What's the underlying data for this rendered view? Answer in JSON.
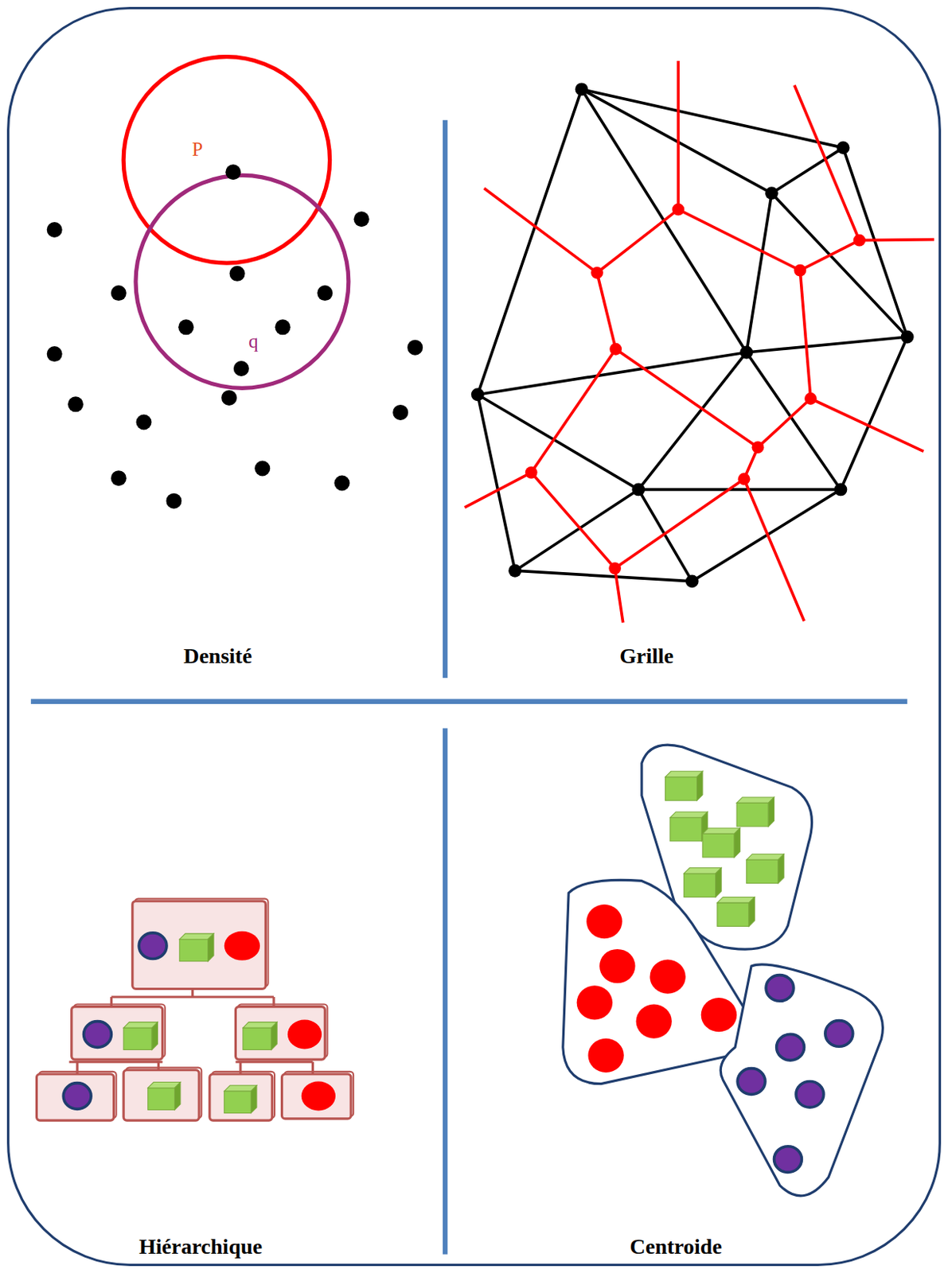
{
  "diagram": {
    "labels": [
      "P",
      "q",
      "Densité",
      "Grille",
      "Hiérarchique",
      "Centroide"
    ]
  }
}
